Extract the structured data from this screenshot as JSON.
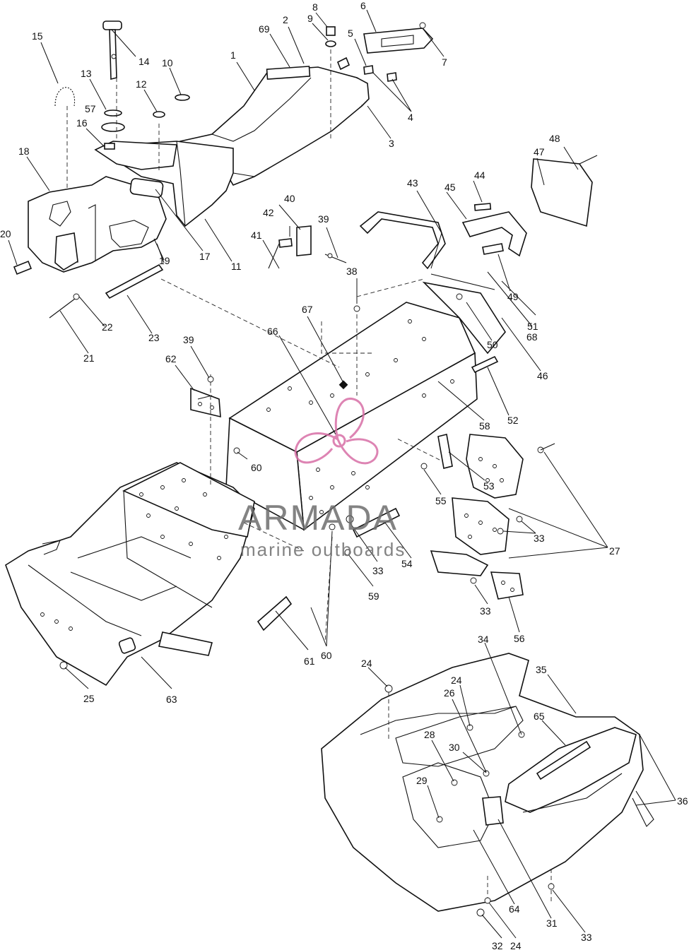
{
  "watermark": {
    "brand": "ARMADA",
    "tagline": "marine outboards",
    "accent_color": "#d86fa6",
    "text_color": "#6e6e6e"
  },
  "callouts": [
    {
      "id": "c1",
      "text": "1"
    },
    {
      "id": "c2",
      "text": "2"
    },
    {
      "id": "c3",
      "text": "3"
    },
    {
      "id": "c4",
      "text": "4"
    },
    {
      "id": "c5",
      "text": "5"
    },
    {
      "id": "c6",
      "text": "6"
    },
    {
      "id": "c7",
      "text": "7"
    },
    {
      "id": "c8",
      "text": "8"
    },
    {
      "id": "c9",
      "text": "9"
    },
    {
      "id": "c10",
      "text": "10"
    },
    {
      "id": "c11",
      "text": "11"
    },
    {
      "id": "c12",
      "text": "12"
    },
    {
      "id": "c13",
      "text": "13"
    },
    {
      "id": "c14",
      "text": "14"
    },
    {
      "id": "c15",
      "text": "15"
    },
    {
      "id": "c16",
      "text": "16"
    },
    {
      "id": "c17",
      "text": "17"
    },
    {
      "id": "c18",
      "text": "18"
    },
    {
      "id": "c19",
      "text": "19"
    },
    {
      "id": "c20",
      "text": "20"
    },
    {
      "id": "c21",
      "text": "21"
    },
    {
      "id": "c22",
      "text": "22"
    },
    {
      "id": "c23",
      "text": "23"
    },
    {
      "id": "c24a",
      "text": "24"
    },
    {
      "id": "c24b",
      "text": "24"
    },
    {
      "id": "c24c",
      "text": "24"
    },
    {
      "id": "c25",
      "text": "25"
    },
    {
      "id": "c26",
      "text": "26"
    },
    {
      "id": "c27",
      "text": "27"
    },
    {
      "id": "c28",
      "text": "28"
    },
    {
      "id": "c29",
      "text": "29"
    },
    {
      "id": "c30",
      "text": "30"
    },
    {
      "id": "c31",
      "text": "31"
    },
    {
      "id": "c32",
      "text": "32"
    },
    {
      "id": "c33a",
      "text": "33"
    },
    {
      "id": "c33b",
      "text": "33"
    },
    {
      "id": "c33c",
      "text": "33"
    },
    {
      "id": "c33d",
      "text": "33"
    },
    {
      "id": "c34",
      "text": "34"
    },
    {
      "id": "c35",
      "text": "35"
    },
    {
      "id": "c36",
      "text": "36"
    },
    {
      "id": "c38",
      "text": "38"
    },
    {
      "id": "c39a",
      "text": "39"
    },
    {
      "id": "c39b",
      "text": "39"
    },
    {
      "id": "c40",
      "text": "40"
    },
    {
      "id": "c41",
      "text": "41"
    },
    {
      "id": "c42",
      "text": "42"
    },
    {
      "id": "c43",
      "text": "43"
    },
    {
      "id": "c44",
      "text": "44"
    },
    {
      "id": "c45",
      "text": "45"
    },
    {
      "id": "c46",
      "text": "46"
    },
    {
      "id": "c47",
      "text": "47"
    },
    {
      "id": "c48",
      "text": "48"
    },
    {
      "id": "c49",
      "text": "49"
    },
    {
      "id": "c50",
      "text": "50"
    },
    {
      "id": "c51",
      "text": "51"
    },
    {
      "id": "c52",
      "text": "52"
    },
    {
      "id": "c53",
      "text": "53"
    },
    {
      "id": "c54",
      "text": "54"
    },
    {
      "id": "c55",
      "text": "55"
    },
    {
      "id": "c56",
      "text": "56"
    },
    {
      "id": "c57",
      "text": "57"
    },
    {
      "id": "c58",
      "text": "58"
    },
    {
      "id": "c59",
      "text": "59"
    },
    {
      "id": "c60a",
      "text": "60"
    },
    {
      "id": "c60b",
      "text": "60"
    },
    {
      "id": "c61",
      "text": "61"
    },
    {
      "id": "c62",
      "text": "62"
    },
    {
      "id": "c63",
      "text": "63"
    },
    {
      "id": "c64",
      "text": "64"
    },
    {
      "id": "c65",
      "text": "65"
    },
    {
      "id": "c66",
      "text": "66"
    },
    {
      "id": "c67",
      "text": "67"
    },
    {
      "id": "c68",
      "text": "68"
    },
    {
      "id": "c69",
      "text": "69"
    }
  ]
}
